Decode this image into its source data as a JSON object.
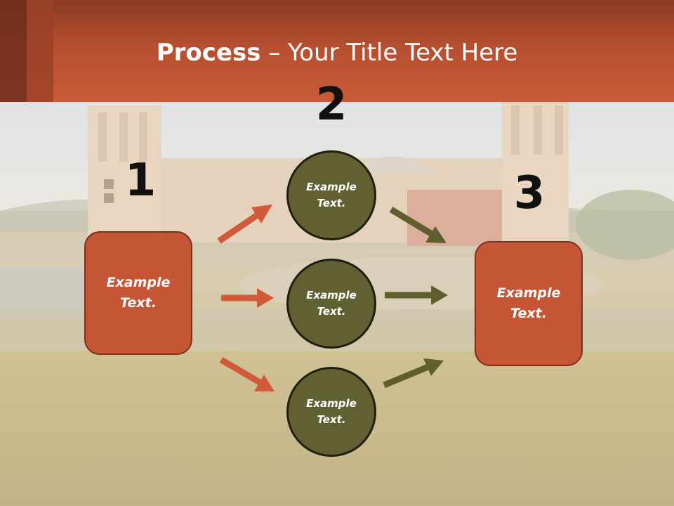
{
  "title": {
    "bold": "Process",
    "rest": " – Your Title Text Here"
  },
  "steps": {
    "one": {
      "number": "1",
      "label_line1": "Example",
      "label_line2": "Text."
    },
    "two": {
      "number": "2"
    },
    "three": {
      "number": "3",
      "label_line1": "Example",
      "label_line2": "Text."
    }
  },
  "circles": [
    {
      "line1": "Example",
      "line2": "Text."
    },
    {
      "line1": "Example",
      "line2": "Text."
    },
    {
      "line1": "Example",
      "line2": "Text."
    }
  ],
  "colors": {
    "header": "#c45535",
    "box_fill": "#c45535",
    "circle_fill": "#616032",
    "arrow_orange": "#d05a3a",
    "arrow_olive": "#5f5f2e"
  }
}
